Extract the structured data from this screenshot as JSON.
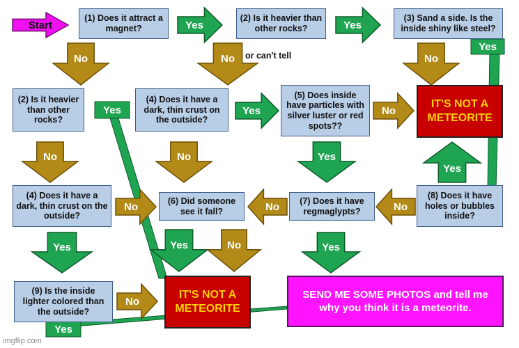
{
  "colors": {
    "question_fill": "#b8cde6",
    "question_border": "#3e5f8c",
    "yes_arrow": "#1fa552",
    "no_arrow": "#b38a17",
    "start_arrow": "#ee10ee",
    "not_meteorite_fill": "#c80000",
    "not_meteorite_text": "#ffd200",
    "send_photos_fill": "#ff14ff"
  },
  "start": "Start",
  "questions": {
    "q1": "(1) Does it attract a magnet?",
    "q2a": "(2) Is it heavier than other rocks?",
    "q3": "(3) Sand a side. Is the inside shiny like steel?",
    "q2b": "(2) Is it heavier than other rocks?",
    "q4a": "(4) Does it have a dark, thin crust on the outside?",
    "q5": "(5) Does inside have particles with silver luster or red spots??",
    "q4b": "(4) Does it have a dark, thin crust on the outside?",
    "q6": "(6) Did someone see it fall?",
    "q7": "(7) Does it have regmaglypts?",
    "q8": "(8) Does it have holes or bubbles inside?",
    "q9": "(9) Is the inside lighter colored than the outside?"
  },
  "outcomes": {
    "not_meteorite_top": "IT'S NOT A METEORITE",
    "not_meteorite_bottom": "IT'S NOT A METEORITE",
    "send_photos": "SEND ME SOME PHOTOS and tell me why you think it is a meteorite."
  },
  "labels": {
    "yes": "Yes",
    "no": "No"
  },
  "notes": {
    "or_cant_tell": "or can't tell"
  },
  "watermark": "imgflip.com"
}
